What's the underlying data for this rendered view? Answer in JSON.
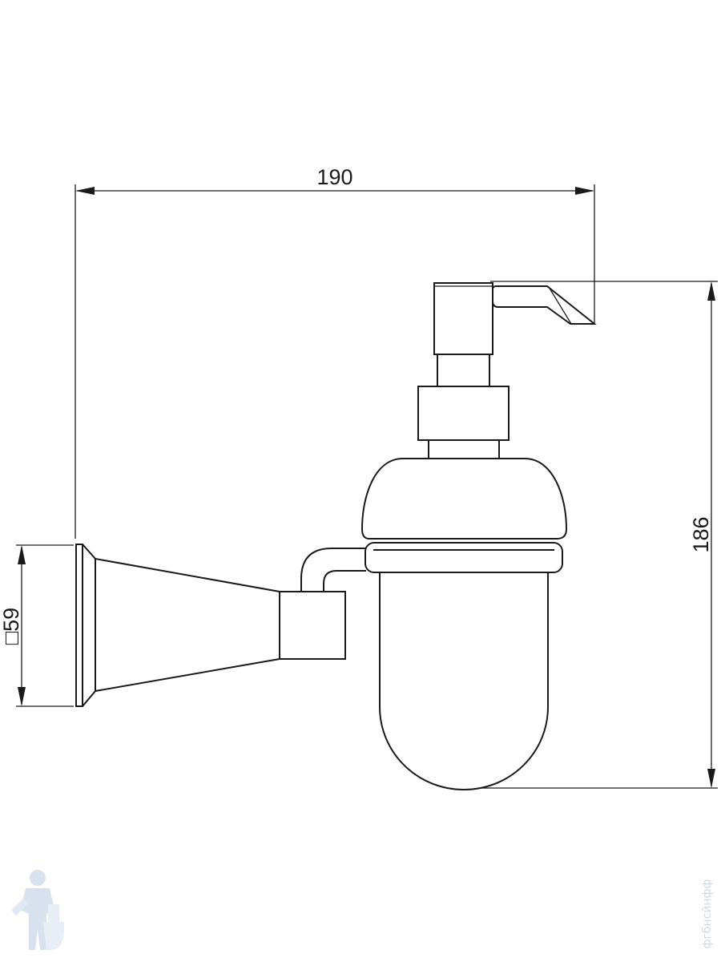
{
  "dimensions": {
    "width_label": "190",
    "height_label": "186",
    "base_label": "□59"
  },
  "watermark": {
    "text": "фгбнсйнфф",
    "logo_icon": "plumber-mascot-icon"
  },
  "colors": {
    "line": "#1a1a1a",
    "watermark": "#c8d6e8"
  }
}
